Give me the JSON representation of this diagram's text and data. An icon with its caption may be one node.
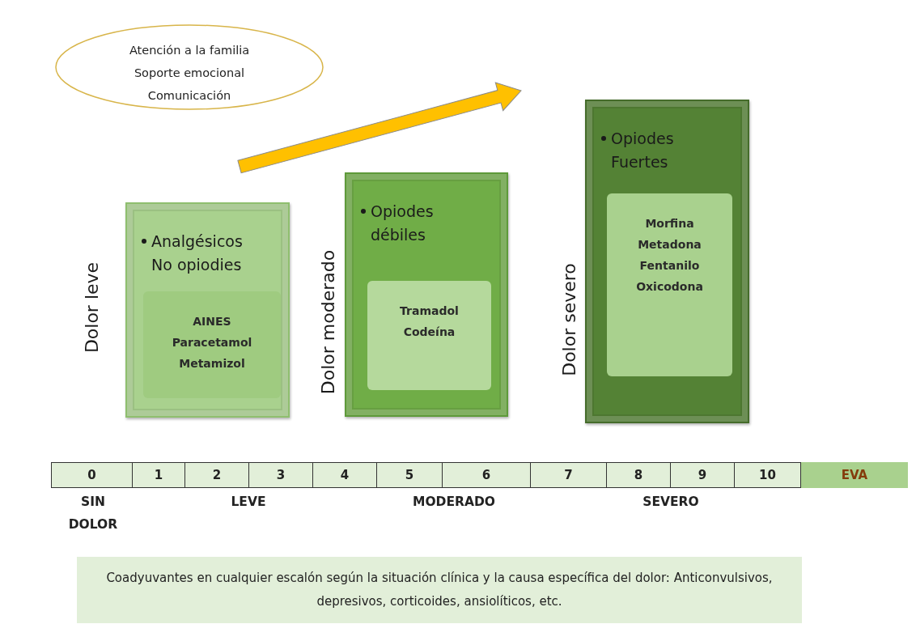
{
  "diagram": {
    "nodes": [
      {
        "text": [
          "Atención a la familia",
          "Soporte emocional",
          "Comunicación"
        ]
      },
      {
        "text": [
          "Analgésicos No opiodies"
        ],
        "beside": [
          "Dolor leve"
        ]
      },
      {
        "text": [
          "AINES Paracetamol Metamizol"
        ],
        "in": 1
      },
      {
        "text": [
          "Opiodes débiles"
        ],
        "beside": [
          "Dolor moderado"
        ]
      },
      {
        "text": [
          "Tramadol Codeína"
        ],
        "in": 3
      },
      {
        "text": [
          "Opiodes Fuertes"
        ],
        "beside": [
          "Dolor severo"
        ]
      },
      {
        "text": [
          "Morfina Metadona Fentanilo Oxicodona"
        ],
        "in": 5
      },
      {
        "text": [
          "Coadyuvantes en cualquier escalón según la situación clínica y la causa específica del dolor: Anticonvulsivos, depresivos, corticoides, ansiolíticos, etc."
        ]
      }
    ],
    "labels": [
      "0",
      "1",
      "2",
      "3",
      "4",
      "5",
      "6",
      "7",
      "8",
      "9",
      "10",
      "EVA",
      "SIN DOLOR",
      "LEVE",
      "MODERADO",
      "SEVERO"
    ]
  }
}
